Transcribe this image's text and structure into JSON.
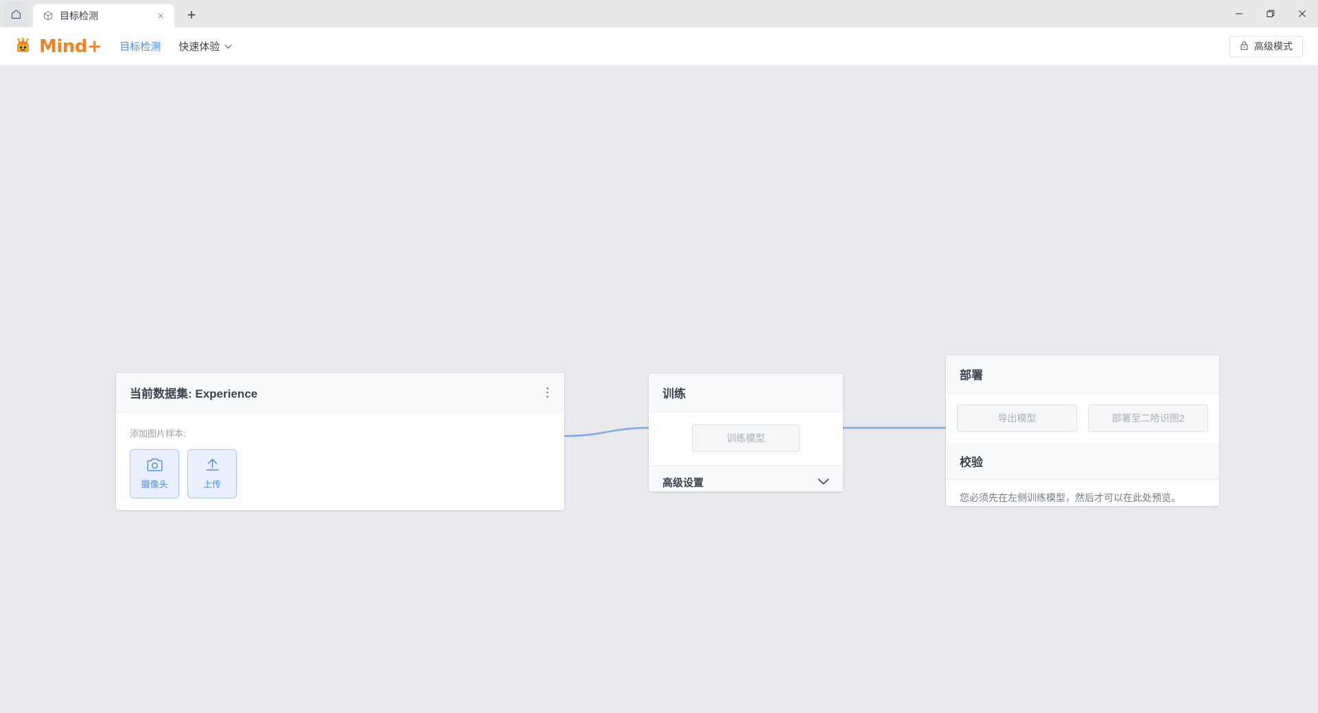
{
  "window": {
    "home_tooltip": "主页",
    "tabs": [
      {
        "title": "目标检测",
        "icon": "cube-icon",
        "close_label": "×"
      }
    ],
    "new_tab_label": "+",
    "controls": {
      "minimize": "—",
      "maximize": "❐",
      "close": "×"
    }
  },
  "navbar": {
    "logo_text": "Mind+",
    "items": [
      {
        "label": "目标检测",
        "active": true,
        "has_caret": false
      },
      {
        "label": "快速体验",
        "active": false,
        "has_caret": true
      }
    ],
    "advanced_mode": {
      "label": "高级模式",
      "icon": "lock-icon"
    }
  },
  "canvas": {
    "cards": [
      {
        "id": "dataset",
        "header_title": "当前数据集: Experience",
        "menu_icon": "kebab-menu-icon",
        "field_label": "添加图片样本:",
        "buttons": [
          {
            "label": "摄像头",
            "icon": "camera-icon"
          },
          {
            "label": "上传",
            "icon": "upload-icon"
          }
        ]
      },
      {
        "id": "train",
        "header_title": "训练",
        "train_button": {
          "label": "训练模型",
          "disabled": true
        },
        "advanced_settings": {
          "label": "高级设置",
          "icon": "chevron-down-icon"
        }
      },
      {
        "id": "deploy",
        "header_title": "部署",
        "buttons": [
          {
            "label": "导出模型",
            "disabled": true
          },
          {
            "label": "部署至二哈识图2",
            "disabled": true
          }
        ],
        "verify_title": "校验",
        "verify_text": "您必须先在左侧训练模型，然后才可以在此处预览。"
      }
    ]
  },
  "colors": {
    "brand_orange": "#f58220",
    "accent_blue": "#4a8ef0",
    "connector_blue": "#7ba7ef",
    "canvas_bg": "#e8eaee",
    "card_bg": "#ffffff",
    "header_bg": "#f8f9fa"
  }
}
